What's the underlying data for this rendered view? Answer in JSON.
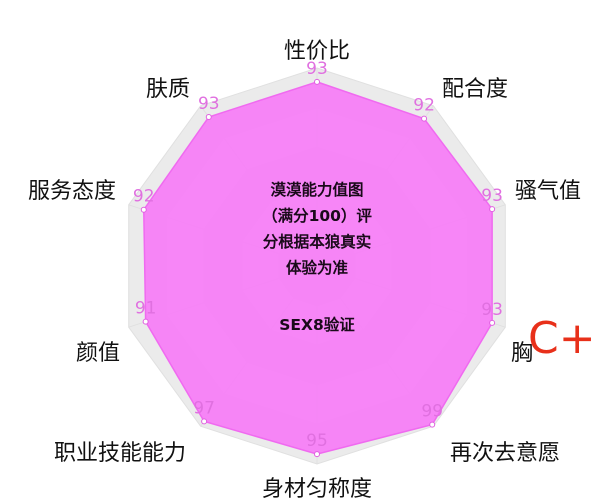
{
  "chart_data": {
    "type": "radar",
    "indicators": [
      "性价比",
      "配合度",
      "骚气值",
      "胸",
      "再次去意愿",
      "身材匀称度",
      "职业技能能力",
      "颜值",
      "服务态度",
      "肤质"
    ],
    "values": [
      93,
      92,
      93,
      93,
      99,
      95,
      97,
      91,
      92,
      93
    ],
    "max": 100,
    "series_color": "#f77ff7",
    "grid_color": "#e6e6e6"
  },
  "center_text": {
    "lines": [
      "漠漠能力值图",
      "（满分100）评",
      "分根据本狼真实",
      "体验为准"
    ],
    "verify": "SEX8验证"
  },
  "grade": {
    "text": "C+",
    "color": "#e8301a"
  }
}
